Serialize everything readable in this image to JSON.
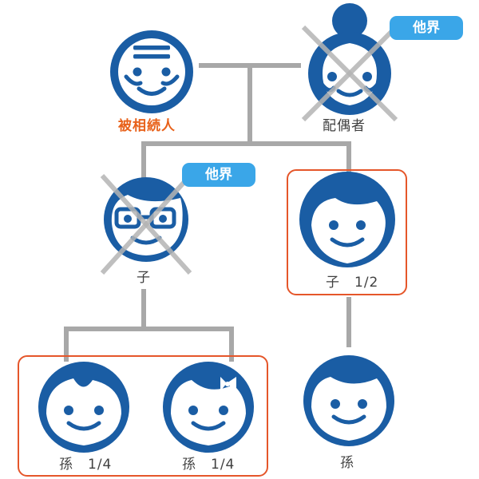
{
  "colors": {
    "face_blue": "#1a5da4",
    "line_gray": "#a8a8a8",
    "cross_gray": "#b4b4b4",
    "frame_orange": "#e5562a",
    "badge_bg": "#3aa6e8",
    "badge_text": "#ffffff",
    "heir_text": "#e8611a",
    "label_text": "#404040"
  },
  "people": {
    "decedent": {
      "label": "被相続人",
      "icon": "bald-man-face-icon"
    },
    "spouse": {
      "label": "配偶者",
      "icon": "bun-hair-woman-face-icon",
      "badge": "他界",
      "deceased": true
    },
    "child_left": {
      "label": "子",
      "icon": "glasses-man-face-icon",
      "badge": "他界",
      "deceased": true
    },
    "child_right": {
      "label": "子　1/2",
      "icon": "side-part-woman-face-icon",
      "highlighted": true
    },
    "grandchild_1": {
      "label": "孫　1/4",
      "icon": "bob-hair-child-face-icon"
    },
    "grandchild_2": {
      "label": "孫　1/4",
      "icon": "ribbon-girl-face-icon"
    },
    "grandchild_3": {
      "label": "孫",
      "icon": "boy-face-icon"
    }
  }
}
